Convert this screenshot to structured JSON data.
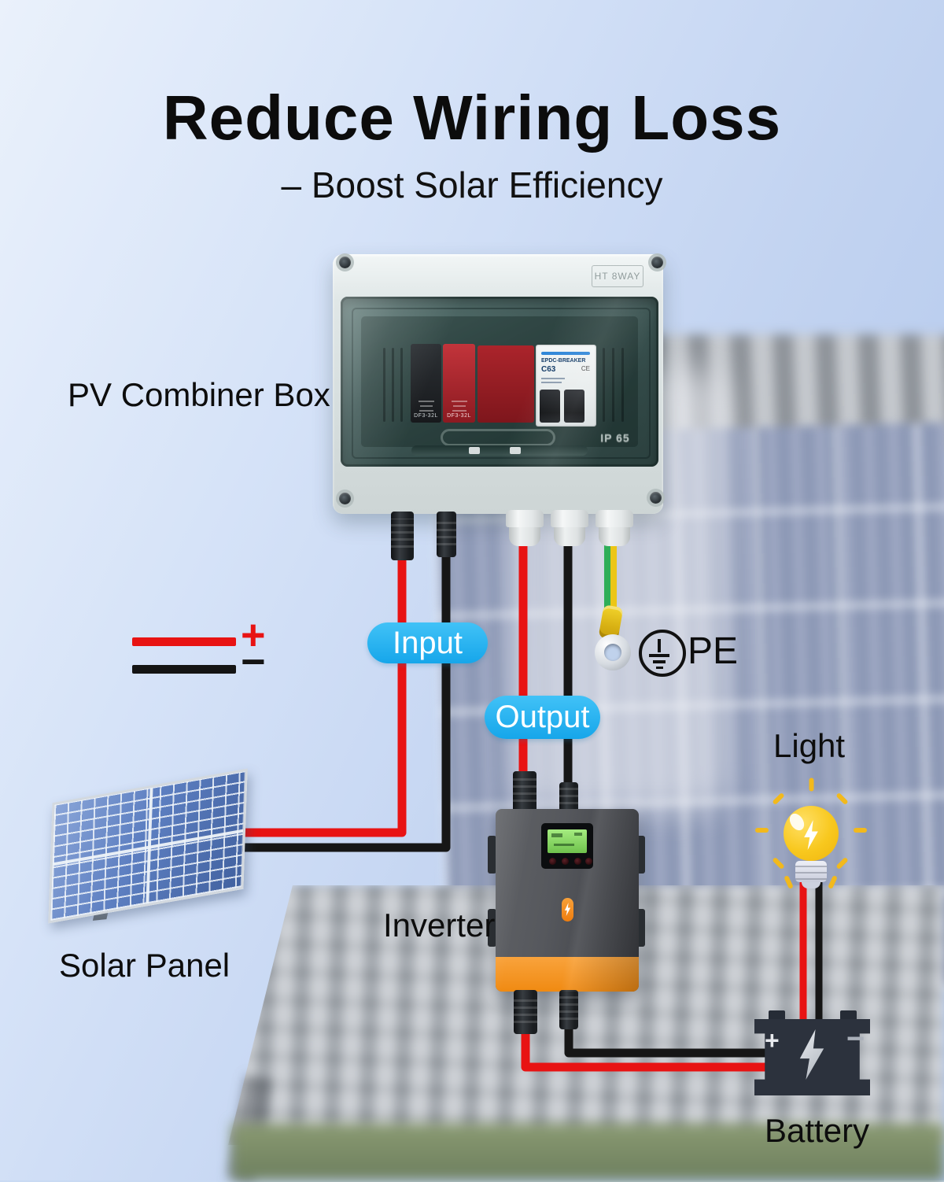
{
  "title": "Reduce Wiring Loss",
  "subtitle": "– Boost Solar Efficiency",
  "labels": {
    "combiner": "PV Combiner Box",
    "input": "Input",
    "output": "Output",
    "pe": "PE",
    "light": "Light",
    "inverter": "Inverter",
    "solar_panel": "Solar Panel",
    "battery": "Battery"
  },
  "legend": {
    "positive_sign": "+",
    "negative_sign": "−"
  },
  "combiner_box": {
    "brand_emboss": "HT 8WAY",
    "ip_rating": "IP 65",
    "breaker1_label": "DF3-32L",
    "breaker2_label": "DF3-32L",
    "main_breaker_name": "EPDC-BREAKER",
    "main_breaker_model": "C63",
    "ce_mark": "CE"
  },
  "battery": {
    "plus": "+",
    "minus": "−"
  },
  "icons": {
    "pe_symbol": "earth-ground-icon",
    "bulb": "light-bulb-icon",
    "bulb_bolt": "lightning-icon",
    "battery_bolt": "lightning-icon",
    "inverter_badge": "lightning-icon"
  },
  "colors": {
    "wire_red": "#e81313",
    "wire_black": "#161616",
    "ground_green": "#2fae57",
    "ground_yellow": "#ecc615",
    "badge_blue": "#2ab7f0",
    "inverter_orange": "#f6931d",
    "bulb_yellow": "#f6c51f"
  }
}
